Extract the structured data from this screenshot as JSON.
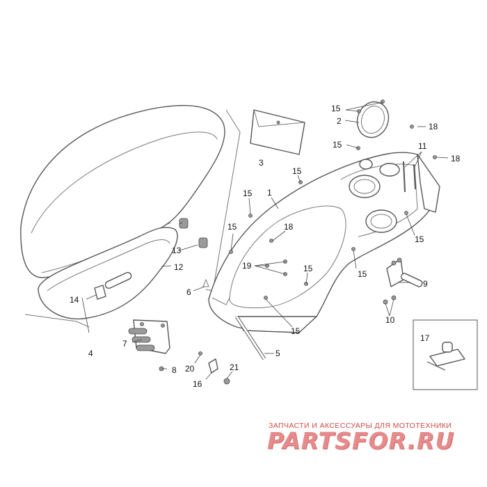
{
  "watermark": {
    "tagline": "ЗАПЧАСТИ И АКСЕССУАРЫ ДЛЯ МОТОТЕХНИКИ",
    "brand": "PARTSFOR.RU",
    "color": "#e07a7a"
  },
  "callouts": {
    "c1": "1",
    "c2": "2",
    "c3": "3",
    "c4": "4",
    "c5": "5",
    "c6": "6",
    "c7": "7",
    "c8": "8",
    "c9": "9",
    "c10": "10",
    "c11": "11",
    "c12": "12",
    "c13": "13",
    "c14": "14",
    "c15a": "15",
    "c15b": "15",
    "c15c": "15",
    "c15d": "15",
    "c15e": "15",
    "c15f": "15",
    "c15g": "15",
    "c15h": "15",
    "c15i": "15",
    "c16": "16",
    "c17": "17",
    "c18a": "18",
    "c18b": "18",
    "c18c": "18",
    "c19": "19",
    "c20": "20",
    "c21": "21"
  }
}
